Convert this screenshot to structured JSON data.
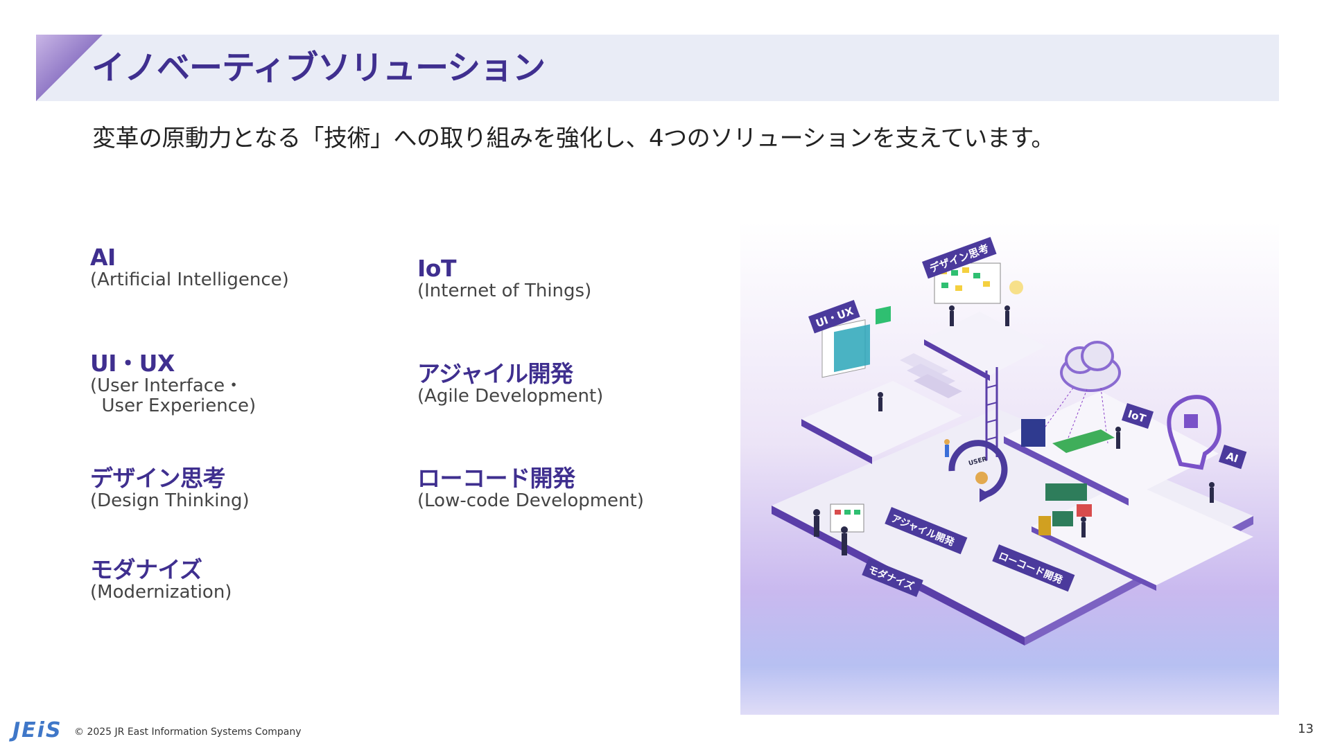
{
  "header": {
    "title": "イノベーティブソリューション",
    "subtitle": "変革の原動力となる「技術」への取り組みを強化し、4つのソリューションを支えています。"
  },
  "solutions": [
    {
      "name": "AI",
      "english": "(Artificial Intelligence)"
    },
    {
      "name": "IoT",
      "english": "(Internet of Things)"
    },
    {
      "name": "UI・UX",
      "english": "(User Interface・\n  User Experience)"
    },
    {
      "name": "アジャイル開発",
      "english": "(Agile Development)"
    },
    {
      "name": "デザイン思考",
      "english": "(Design Thinking)"
    },
    {
      "name": "ローコード開発",
      "english": "(Low-code Development)"
    },
    {
      "name": "モダナイズ",
      "english": "(Modernization)"
    }
  ],
  "illustration": {
    "signs": [
      "デザイン思考",
      "UI・UX",
      "IoT",
      "AI",
      "アジャイル開発",
      "ローコード開発",
      "モダナイズ",
      "USER"
    ]
  },
  "footer": {
    "logo": "JEiS",
    "copyright": "© 2025 JR East Information Systems Company",
    "page_number": "13"
  },
  "colors": {
    "brand_purple": "#3f2f8f",
    "title_band": "#e9ecf6",
    "logo_blue": "#3f77c8"
  }
}
